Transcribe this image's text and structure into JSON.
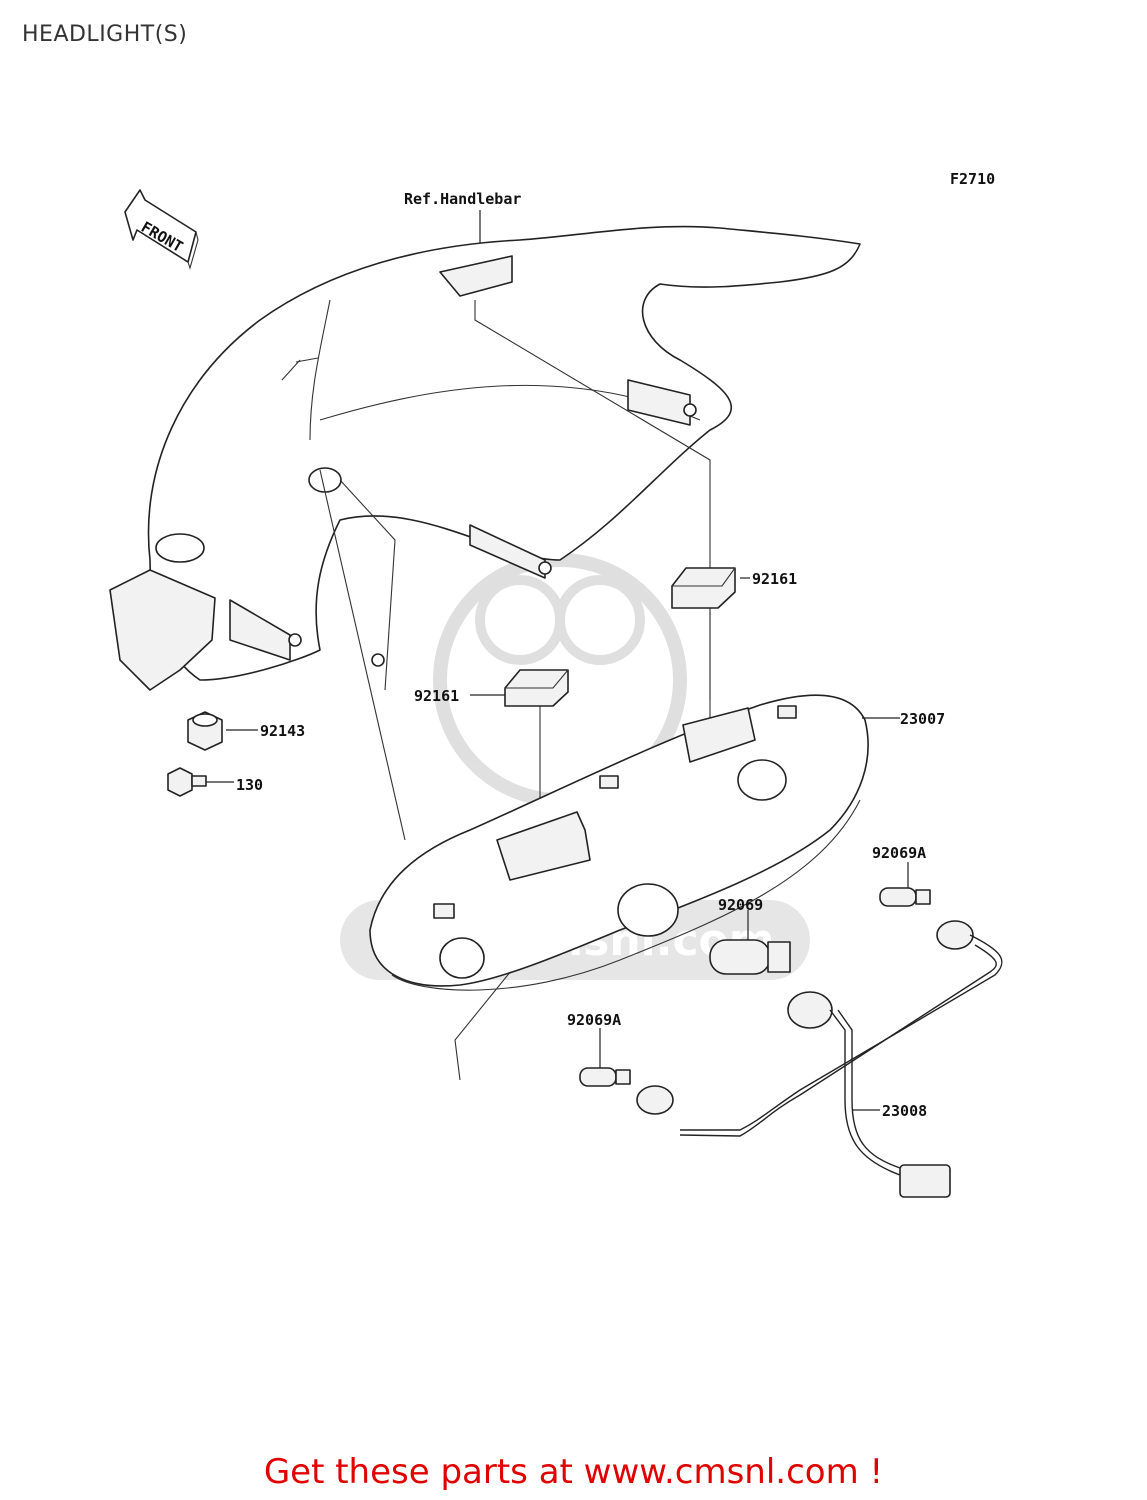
{
  "page": {
    "title": "HEADLIGHT(S)",
    "footer_link": "Get these parts at www.cmsnl.com !"
  },
  "diagram": {
    "figure_code": "F2710",
    "front_marker": "FRONT",
    "reference_label": "Ref.Handlebar",
    "watermark": "www.cmsnl.com",
    "part_labels": [
      {
        "id": "p92161a",
        "text": "92161"
      },
      {
        "id": "p92161b",
        "text": "92161"
      },
      {
        "id": "p23007",
        "text": "23007"
      },
      {
        "id": "p92143",
        "text": "92143"
      },
      {
        "id": "p130",
        "text": "130"
      },
      {
        "id": "p92069A_right",
        "text": "92069A"
      },
      {
        "id": "p92069",
        "text": "92069"
      },
      {
        "id": "p92069A_left",
        "text": "92069A"
      },
      {
        "id": "p23008",
        "text": "23008"
      }
    ]
  }
}
